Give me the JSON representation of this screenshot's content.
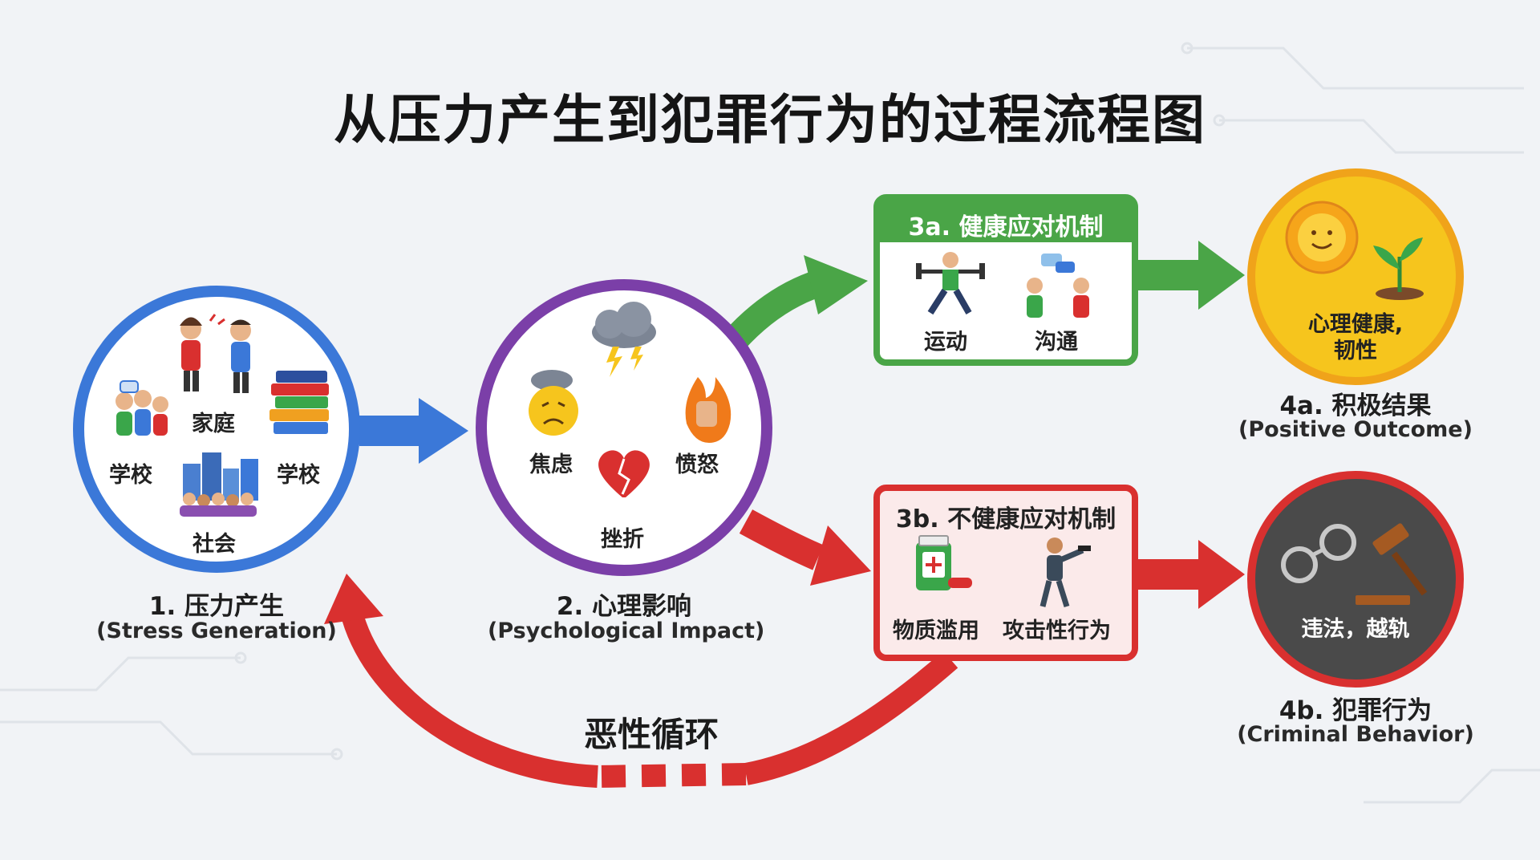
{
  "title": "从压力产生到犯罪行为的过程流程图",
  "colors": {
    "blue": "#3b78d8",
    "purple": "#7b3fa8",
    "green": "#4aa547",
    "red": "#d9302f",
    "yellow": "#f6c51d",
    "gray": "#4a4a4a"
  },
  "stage1": {
    "name": "1. 压力产生",
    "sub": "(Stress Generation)",
    "items": [
      "家庭",
      "学校",
      "学校",
      "社会"
    ]
  },
  "stage2": {
    "name": "2. 心理影响",
    "sub": "(Psychological Impact)",
    "items": [
      "焦虑",
      "愤怒",
      "挫折"
    ]
  },
  "stage3a": {
    "title": "3a. 健康应对机制",
    "items": [
      "运动",
      "沟通"
    ]
  },
  "stage3b": {
    "title": "3b. 不健康应对机制",
    "items": [
      "物质滥用",
      "攻击性行为"
    ]
  },
  "stage4a": {
    "inner": [
      "心理健康,",
      "韧性"
    ],
    "name": "4a. 积极结果",
    "sub": "(Positive Outcome)"
  },
  "stage4b": {
    "inner": "违法，越轨",
    "name": "4b. 犯罪行为",
    "sub": "(Criminal Behavior)"
  },
  "cycle_label": "恶性循环"
}
